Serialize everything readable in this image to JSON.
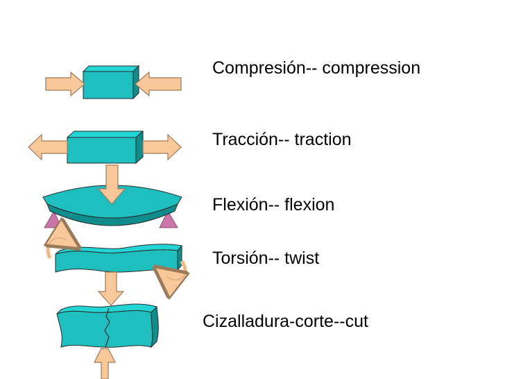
{
  "colors": {
    "block_front": "#1fbfbf",
    "block_top": "#22d4d4",
    "block_side": "#0f8c8c",
    "outline": "#2a2a2a",
    "arrow_fill": "#f9c89a",
    "arrow_stroke": "#9a7a58",
    "support_fill": "#cc77aa",
    "text": "#000000"
  },
  "stresses": [
    {
      "id": "compression",
      "label": "Compresión-- compression",
      "icon": "compression-diagram"
    },
    {
      "id": "traction",
      "label": "Tracción-- traction",
      "icon": "traction-diagram"
    },
    {
      "id": "flexion",
      "label": "Flexión-- flexion",
      "icon": "flexion-diagram"
    },
    {
      "id": "torsion",
      "label": "Torsión-- twist",
      "icon": "torsion-diagram"
    },
    {
      "id": "shear",
      "label": "Cizalladura-corte--cut",
      "icon": "shear-diagram"
    }
  ]
}
